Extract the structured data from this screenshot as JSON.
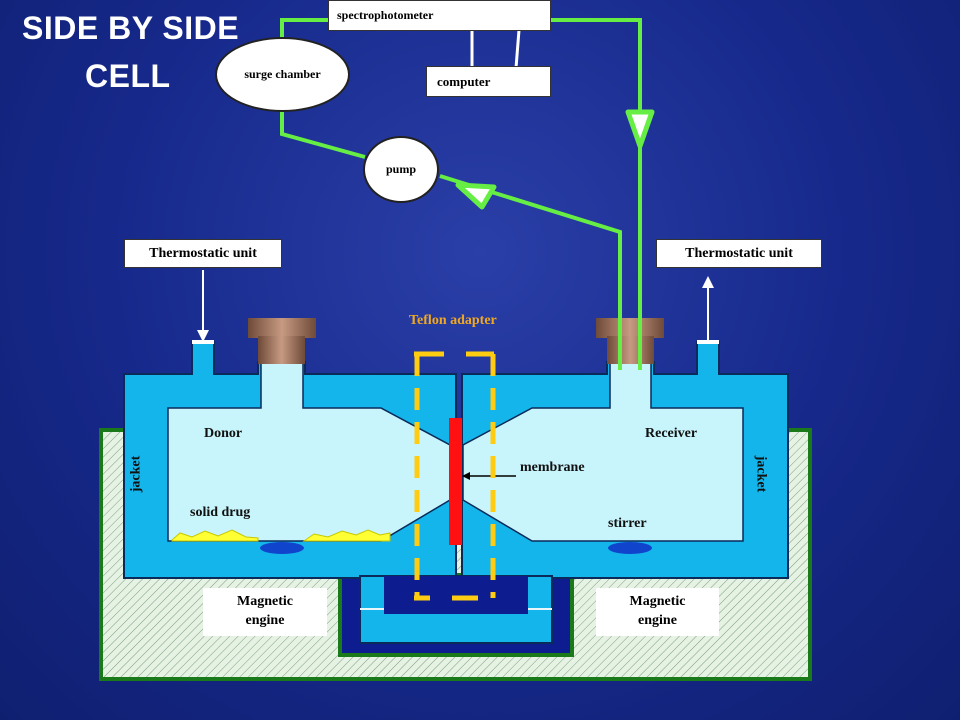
{
  "title": {
    "line1": "SIDE BY SIDE",
    "line2": "CELL"
  },
  "thermostatic_left": "Thermostatic unit",
  "thermostatic_right": "Thermostatic unit",
  "spectrophotometer": "spectrophotometer",
  "surge_chamber": "surge chamber",
  "computer": "computer",
  "pump": "pump",
  "teflon_adapter": "Teflon adapter",
  "donor": "Donor",
  "receiver": "Receiver",
  "membrane": "membrane",
  "solid_drug": "solid drug",
  "stirrer": "stirrer",
  "jacket_left": "jacket",
  "jacket_right": "jacket",
  "magnetic_left": {
    "line1": "Magnetic",
    "line2": "engine"
  },
  "magnetic_right": {
    "line1": "Magnetic",
    "line2": "engine"
  },
  "colors": {
    "background": "#16288a",
    "jacket": "#13b5ea",
    "chamber": "#c8f4fb",
    "tubing": "#66ee44",
    "adapter": "#ffcc11",
    "membrane": "#ff1111",
    "stirrer": "#1144cc",
    "base_border": "#1a7a1a",
    "cap": "#9a6a52",
    "drug": "#ffff33"
  }
}
